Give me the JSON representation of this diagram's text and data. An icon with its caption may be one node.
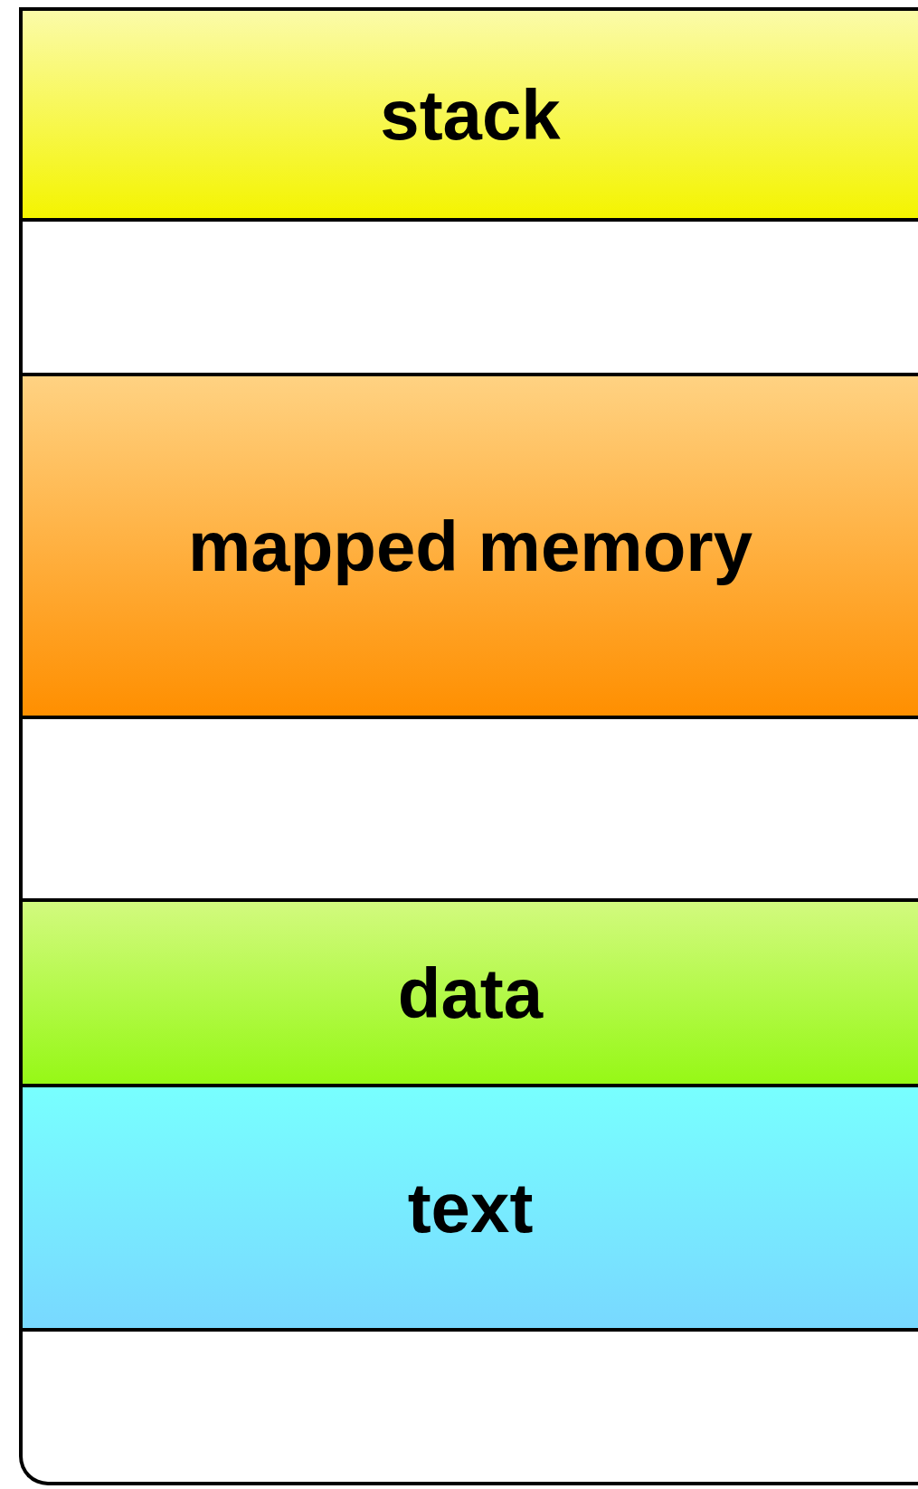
{
  "diagram": {
    "nodes": [
      {
        "text": [],
        "shape": "box"
      },
      {
        "text": [
          "stack"
        ],
        "in": 0
      },
      {
        "text": [
          "mapped memory"
        ],
        "in": 0
      },
      {
        "text": [
          "data"
        ],
        "in": 0
      },
      {
        "text": [
          "text"
        ],
        "in": 0
      }
    ]
  }
}
